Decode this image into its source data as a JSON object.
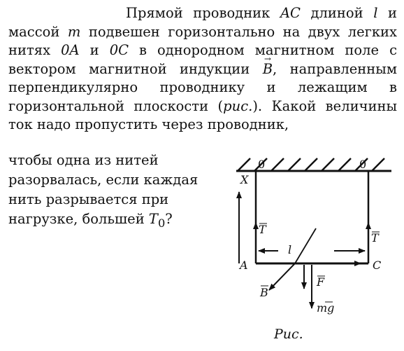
{
  "problem": {
    "p1": "Прямой проводник",
    "ac": "AC",
    "p2": "длиной",
    "l": "l",
    "p3": "и массой",
    "m": "m",
    "p4": "подвешен горизонтально на двух легких нитях",
    "oa": "0A",
    "p5": "и",
    "oc": "0C",
    "p6": "в однородном магнитном поле с вектором магнитной индукции",
    "b": "B",
    "p7": ", направленным перпендикулярно проводнику и лежащим в горизонтальной плоскости (",
    "ris": "рис.",
    "p8": "). Какой величины ток надо пропустить через проводник,",
    "q1": "чтобы одна из нитей разорвалась, если каждая нить разрывается при нагрузке, большей",
    "t0": "T",
    "t0_sub": "0",
    "q2": "?"
  },
  "figure": {
    "labels": {
      "zero_left": "0",
      "zero_right": "0",
      "x": "X",
      "a": "A",
      "c": "C",
      "l": "l",
      "t_left": "T",
      "t_right": "T",
      "b": "B",
      "f": "F",
      "mg": "mg"
    },
    "caption": "Рис."
  }
}
